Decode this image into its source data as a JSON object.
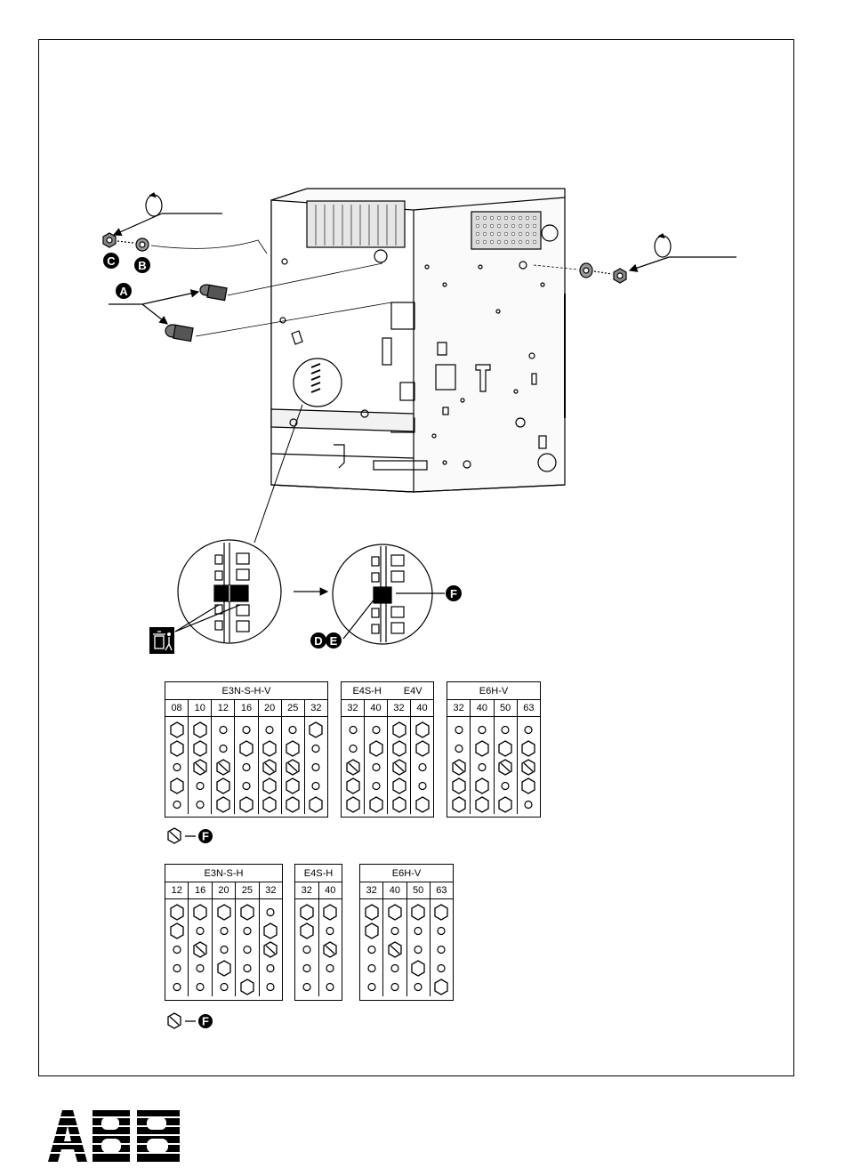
{
  "labels": {
    "A": "A",
    "B": "B",
    "C": "C",
    "D": "D",
    "E": "E",
    "F": "F"
  },
  "table_set_1": [
    {
      "title": "E3N-S-H-V",
      "columns": [
        "08",
        "10",
        "12",
        "16",
        "20",
        "25",
        "32"
      ],
      "cells": [
        [
          "H",
          "H",
          "o",
          "o",
          "o",
          "o",
          "H"
        ],
        [
          "H",
          "H",
          "o",
          "H",
          "H",
          "H",
          "o"
        ],
        [
          "o",
          "S",
          "S",
          "o",
          "S",
          "S",
          "o"
        ],
        [
          "H",
          "o",
          "H",
          "o",
          "H",
          "H",
          "o"
        ],
        [
          "o",
          "o",
          "H",
          "H",
          "H",
          "H",
          "H"
        ]
      ]
    },
    {
      "title_left": "E4S-H",
      "title_right": "E4V",
      "columns": [
        "32",
        "40",
        "32",
        "40"
      ],
      "cells": [
        [
          "o",
          "o",
          "H",
          "H"
        ],
        [
          "o",
          "H",
          "H",
          "H"
        ],
        [
          "S",
          "o",
          "S",
          "o"
        ],
        [
          "H",
          "o",
          "H",
          "o"
        ],
        [
          "H",
          "H",
          "H",
          "H"
        ]
      ]
    },
    {
      "title": "E6H-V",
      "columns": [
        "32",
        "40",
        "50",
        "63"
      ],
      "cells": [
        [
          "o",
          "o",
          "o",
          "o"
        ],
        [
          "o",
          "H",
          "H",
          "H"
        ],
        [
          "S",
          "o",
          "S",
          "S"
        ],
        [
          "H",
          "H",
          "o",
          "H"
        ],
        [
          "H",
          "H",
          "H",
          "o"
        ]
      ]
    }
  ],
  "table_set_2": [
    {
      "title": "E3N-S-H",
      "columns": [
        "12",
        "16",
        "20",
        "25",
        "32"
      ],
      "cells": [
        [
          "H",
          "H",
          "H",
          "H",
          "o"
        ],
        [
          "H",
          "o",
          "o",
          "o",
          "H"
        ],
        [
          "o",
          "S",
          "o",
          "o",
          "S"
        ],
        [
          "o",
          "o",
          "H",
          "o",
          "o"
        ],
        [
          "o",
          "o",
          "o",
          "H",
          "o"
        ]
      ]
    },
    {
      "title": "E4S-H",
      "columns": [
        "32",
        "40"
      ],
      "cells": [
        [
          "H",
          "H"
        ],
        [
          "H",
          "o"
        ],
        [
          "o",
          "S"
        ],
        [
          "o",
          "o"
        ],
        [
          "o",
          "o"
        ]
      ]
    },
    {
      "title": "E6H-V",
      "columns": [
        "32",
        "40",
        "50",
        "63"
      ],
      "cells": [
        [
          "H",
          "H",
          "H",
          "H"
        ],
        [
          "H",
          "o",
          "o",
          "o"
        ],
        [
          "o",
          "S",
          "o",
          "o"
        ],
        [
          "o",
          "o",
          "H",
          "o"
        ],
        [
          "o",
          "o",
          "o",
          "H"
        ]
      ]
    }
  ],
  "legend_label": "F",
  "logo_text": "ABB",
  "icons": [
    "rotation-arrow-icon",
    "trash-bin-icon",
    "slotted-hexagon-icon"
  ]
}
